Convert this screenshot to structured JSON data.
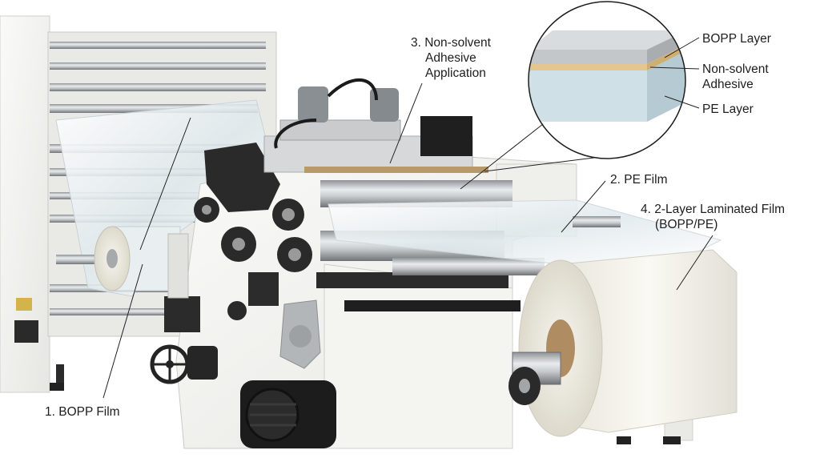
{
  "callouts": {
    "bopp_film": "1. BOPP Film",
    "pe_film": "2. PE Film",
    "adhesive_app": [
      "3. Non-solvent",
      "Adhesive",
      "Application"
    ],
    "laminated_film": [
      "4. 2-Layer Laminated Film",
      "(BOPP/PE)"
    ]
  },
  "inset": {
    "bopp_layer": "BOPP Layer",
    "adhesive": [
      "Non-solvent",
      "Adhesive"
    ],
    "pe_layer": "PE Layer"
  },
  "colors": {
    "machine_frame": "#f2f2ef",
    "roller_steel": "#b9bcbf",
    "motor_dark": "#1c1c1c",
    "film": "#eef3f5",
    "laminated_roll": "#f5f3ea",
    "adhesive_layer": "#e3c690",
    "pe_layer": "#cfe0e6"
  }
}
